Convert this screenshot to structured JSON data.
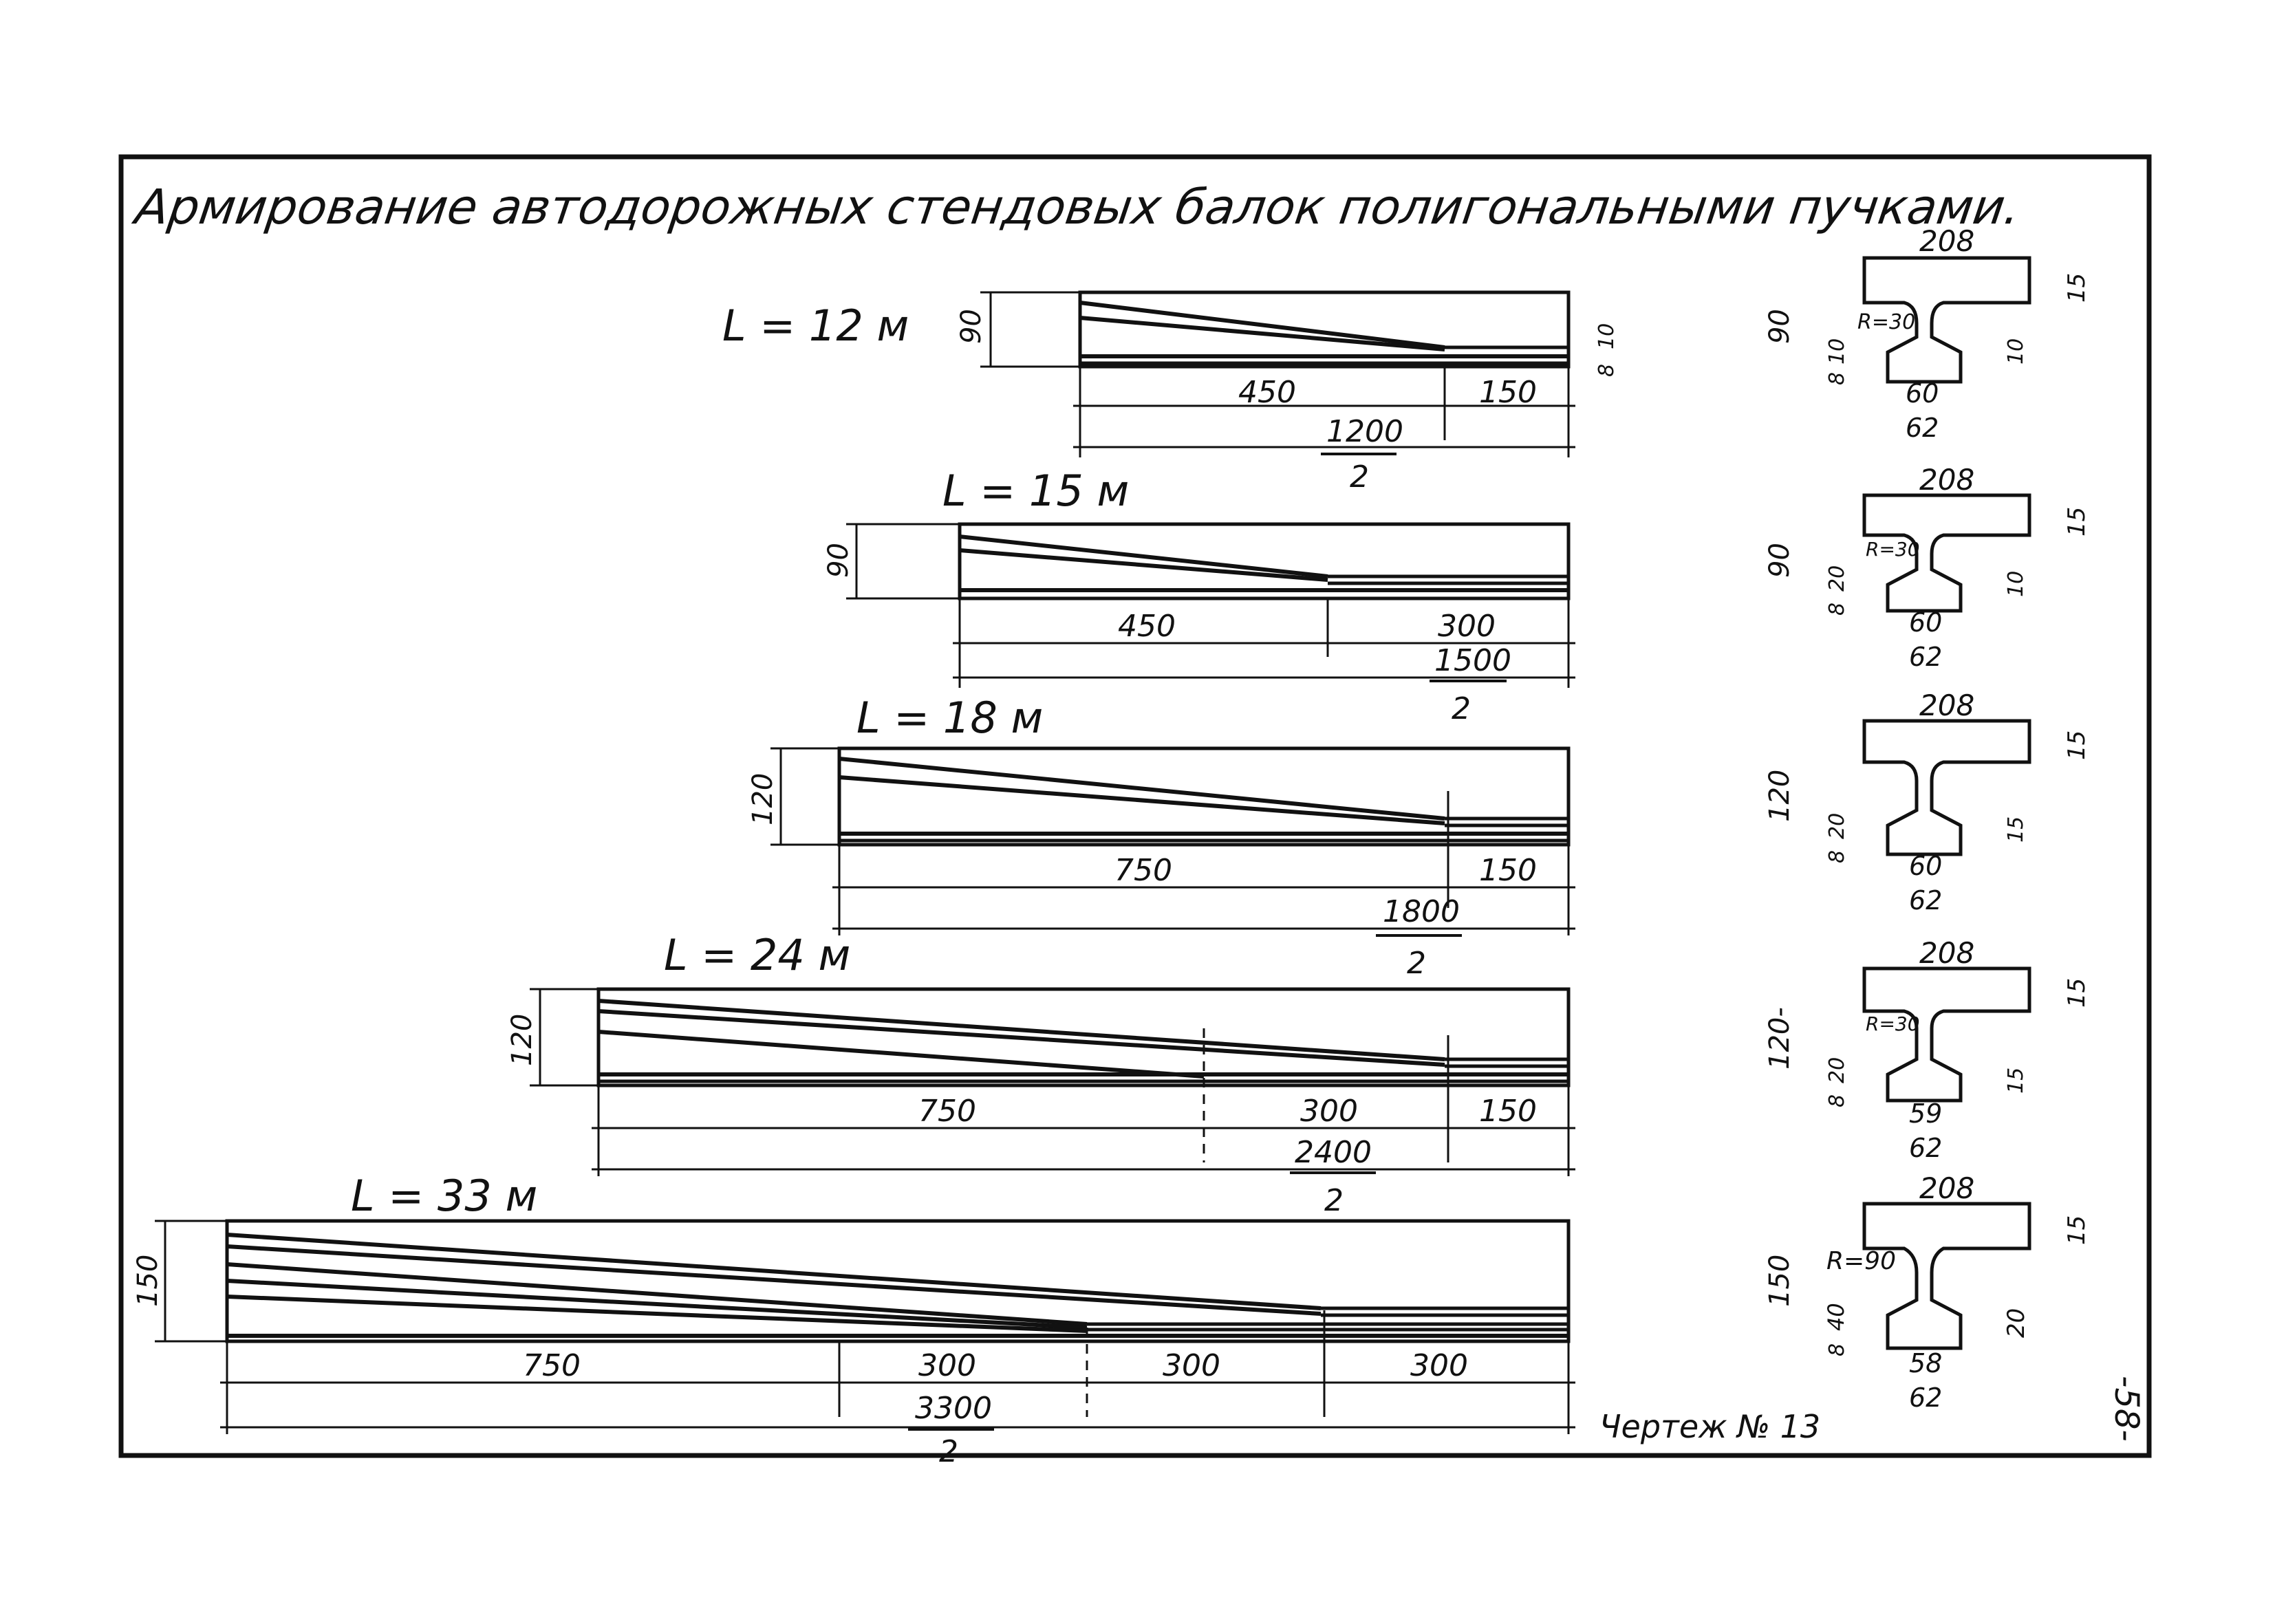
{
  "title": "Армирование автодорожных стендовых балок полигональными пучками.",
  "drawing_label": "Чертеж № 13",
  "page_number": "-58-",
  "beams": [
    {
      "span": "L = 12 м",
      "height": "90",
      "segments": [
        "450",
        "150"
      ],
      "half_span_num": "1200",
      "half_span_den": "2",
      "end_marks": [
        "8",
        "10"
      ]
    },
    {
      "span": "L = 15 м",
      "height": "90",
      "segments": [
        "450",
        "300"
      ],
      "half_span_num": "1500",
      "half_span_den": "2"
    },
    {
      "span": "L = 18 м",
      "height": "120",
      "segments": [
        "750",
        "150"
      ],
      "half_span_num": "1800",
      "half_span_den": "2"
    },
    {
      "span": "L = 24 м",
      "height": "120",
      "segments": [
        "750",
        "300",
        "150"
      ],
      "half_span_num": "2400",
      "half_span_den": "2"
    },
    {
      "span": "L = 33 м",
      "height": "150",
      "segments": [
        "750",
        "300",
        "300",
        "300"
      ],
      "half_span_num": "3300",
      "half_span_den": "2"
    }
  ],
  "sections": [
    {
      "flange_width": "208",
      "flange_thk": "15",
      "height": "90",
      "radius": "R=30",
      "bulb_h": "10",
      "bottom": "8",
      "bulb_side": "10",
      "inner_w": "60",
      "outer_w": "62"
    },
    {
      "flange_width": "208",
      "flange_thk": "15",
      "height": "90",
      "radius": "R=30",
      "bulb_h": "20",
      "bottom": "8",
      "bulb_side": "10",
      "inner_w": "60",
      "outer_w": "62"
    },
    {
      "flange_width": "208",
      "flange_thk": "15",
      "height": "120",
      "radius": "",
      "bulb_h": "20",
      "bottom": "8",
      "bulb_side": "15",
      "inner_w": "60",
      "outer_w": "62"
    },
    {
      "flange_width": "208",
      "flange_thk": "15",
      "height": "120-",
      "radius": "R=30",
      "bulb_h": "20",
      "bottom": "8",
      "bulb_side": "15",
      "inner_w": "59",
      "outer_w": "62"
    },
    {
      "flange_width": "208",
      "flange_thk": "15",
      "height": "150",
      "radius": "R=90",
      "bulb_h": "40",
      "bottom": "8",
      "bulb_side": "20",
      "inner_w": "58",
      "outer_w": "62"
    }
  ]
}
